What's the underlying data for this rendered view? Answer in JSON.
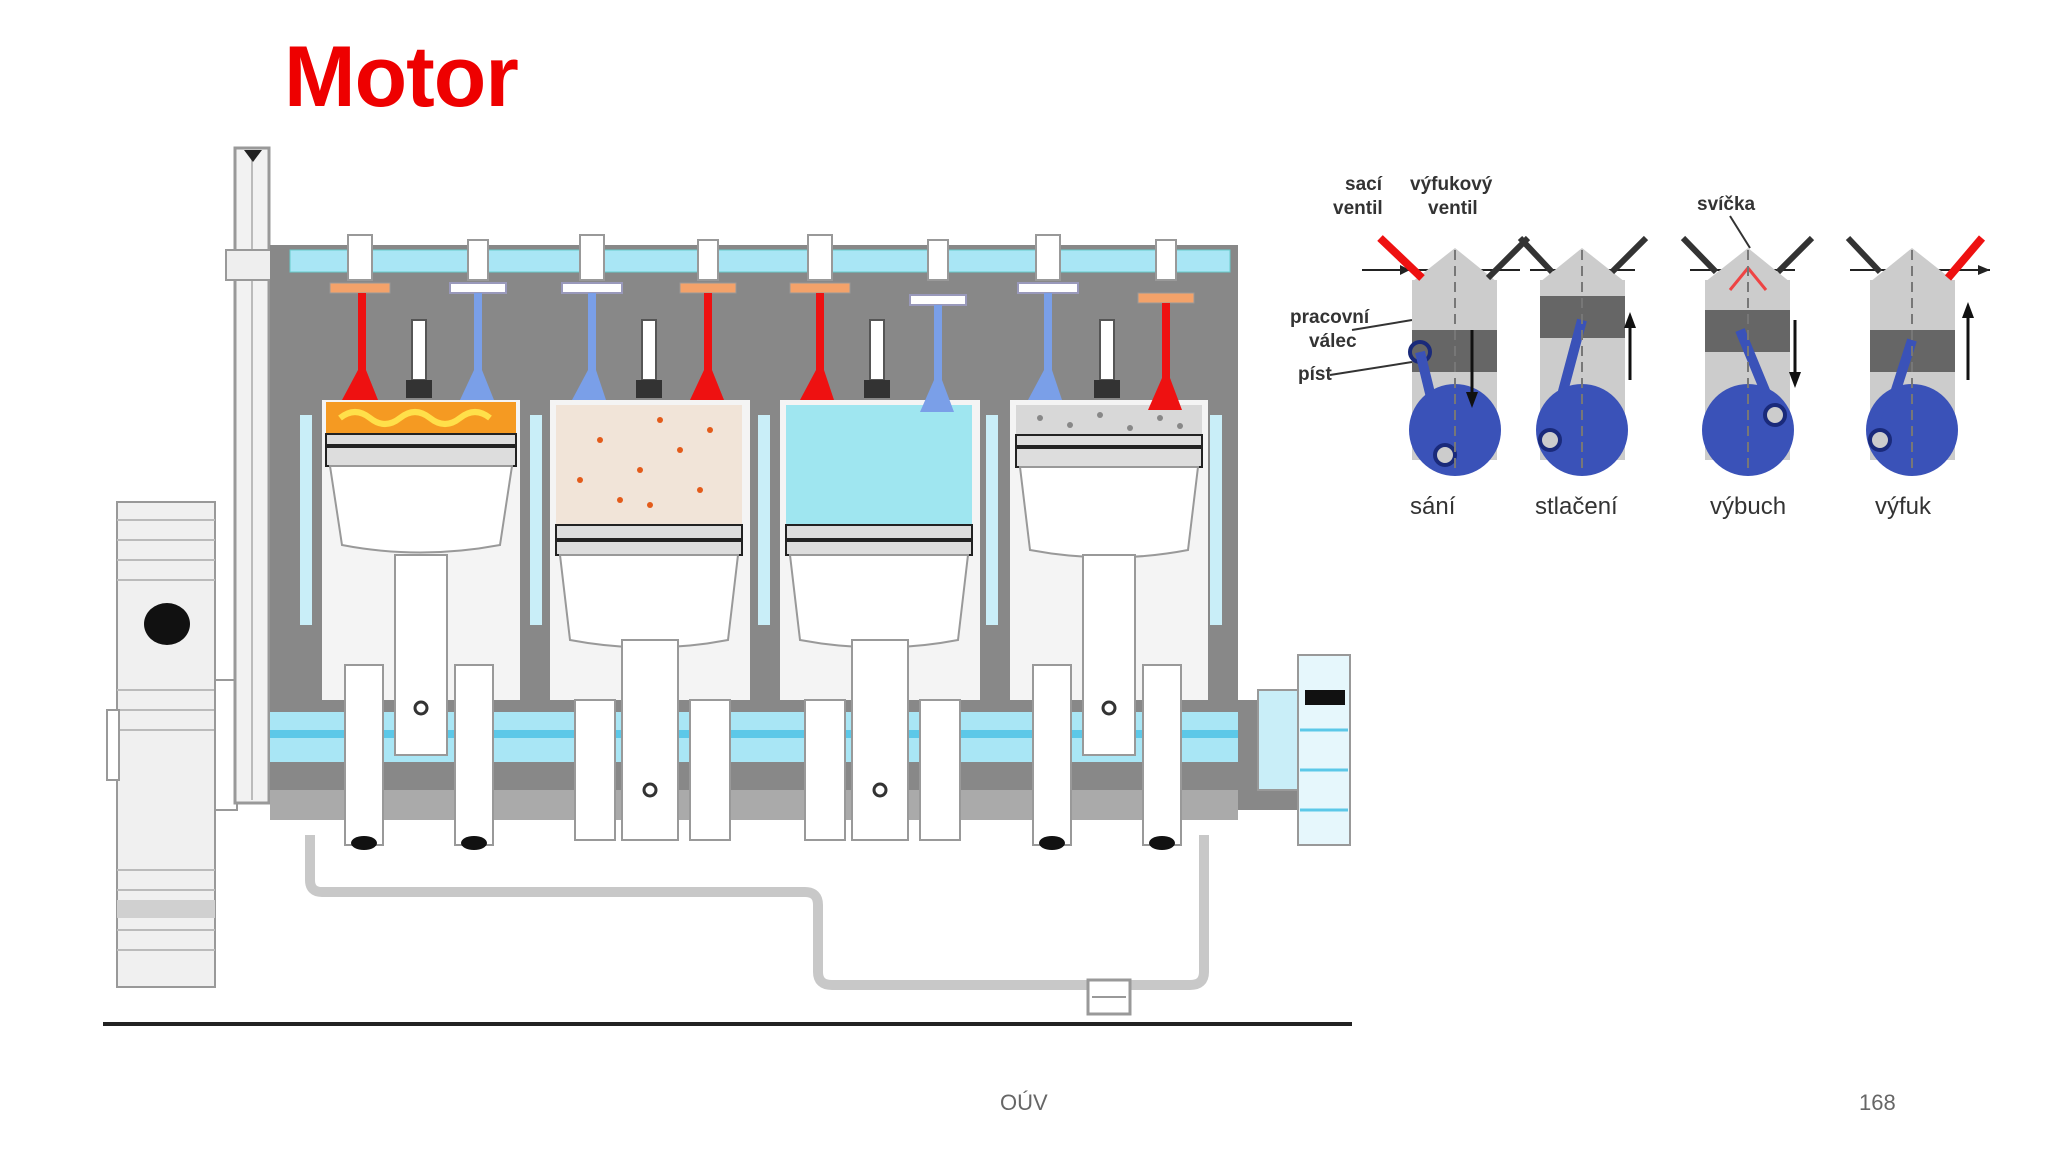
{
  "slide": {
    "title": "Motor",
    "footer_center": "OÚV",
    "page_number": "168"
  },
  "cycle_diagram": {
    "labels": {
      "intake_valve": [
        "sací",
        "ventil"
      ],
      "exhaust_valve": [
        "výfukový",
        "ventil"
      ],
      "spark_plug": "svíčka",
      "cylinder": [
        "pracovní",
        "válec"
      ],
      "piston": "píst"
    },
    "strokes": [
      "sání",
      "stlačení",
      "výbuch",
      "výfuk"
    ]
  },
  "colors": {
    "title": "#ee0000",
    "engine_block": "#8a8a8a",
    "coolant": "#9fe3f5",
    "hot_valve": "#ee1111",
    "cold_valve": "#7a9fe8",
    "piston_part": "#2f4fb0"
  }
}
